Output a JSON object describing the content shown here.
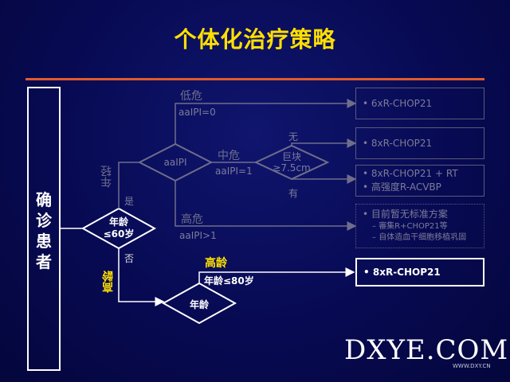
{
  "title": "个体化治疗策略",
  "left_label": [
    "确",
    "诊",
    "患",
    "者"
  ],
  "nodes": {
    "age60": [
      "年龄",
      "≤60岁"
    ],
    "aaipi": "aaIPI",
    "bulky": [
      "巨块",
      "≥7.5cm"
    ],
    "age_old": "年龄"
  },
  "labels": {
    "young": "年轻",
    "yes": "是",
    "no": "否",
    "old_vertical": "高龄",
    "low_risk": "低危",
    "low_ipi": "aaIPI=0",
    "mid_risk": "中危",
    "mid_ipi": "aaIPI=1",
    "high_risk": "高危",
    "high_ipi": "aaIPI>1",
    "bulky_no": "无",
    "bulky_yes": "有",
    "old_top": "高龄",
    "old_age": "年龄≤80岁"
  },
  "boxes": {
    "b1": [
      "6xR-CHOP21"
    ],
    "b2": [
      "8xR-CHOP21"
    ],
    "b3": [
      "8xR-CHOP21 + RT",
      "高强度R-ACVBP"
    ],
    "b4_main": "目前暂无标准方案",
    "b4_sub": [
      "審集R+CHOP21等",
      "自体造血干细胞移植巩固"
    ],
    "b5": [
      "8xR-CHOP21"
    ]
  },
  "watermark": {
    "text": "DXYE.COM",
    "sub": "WWW.DXY.CN"
  },
  "colors": {
    "title": "#ffe000",
    "rule": "#e05a2c",
    "background": "#070a52"
  }
}
